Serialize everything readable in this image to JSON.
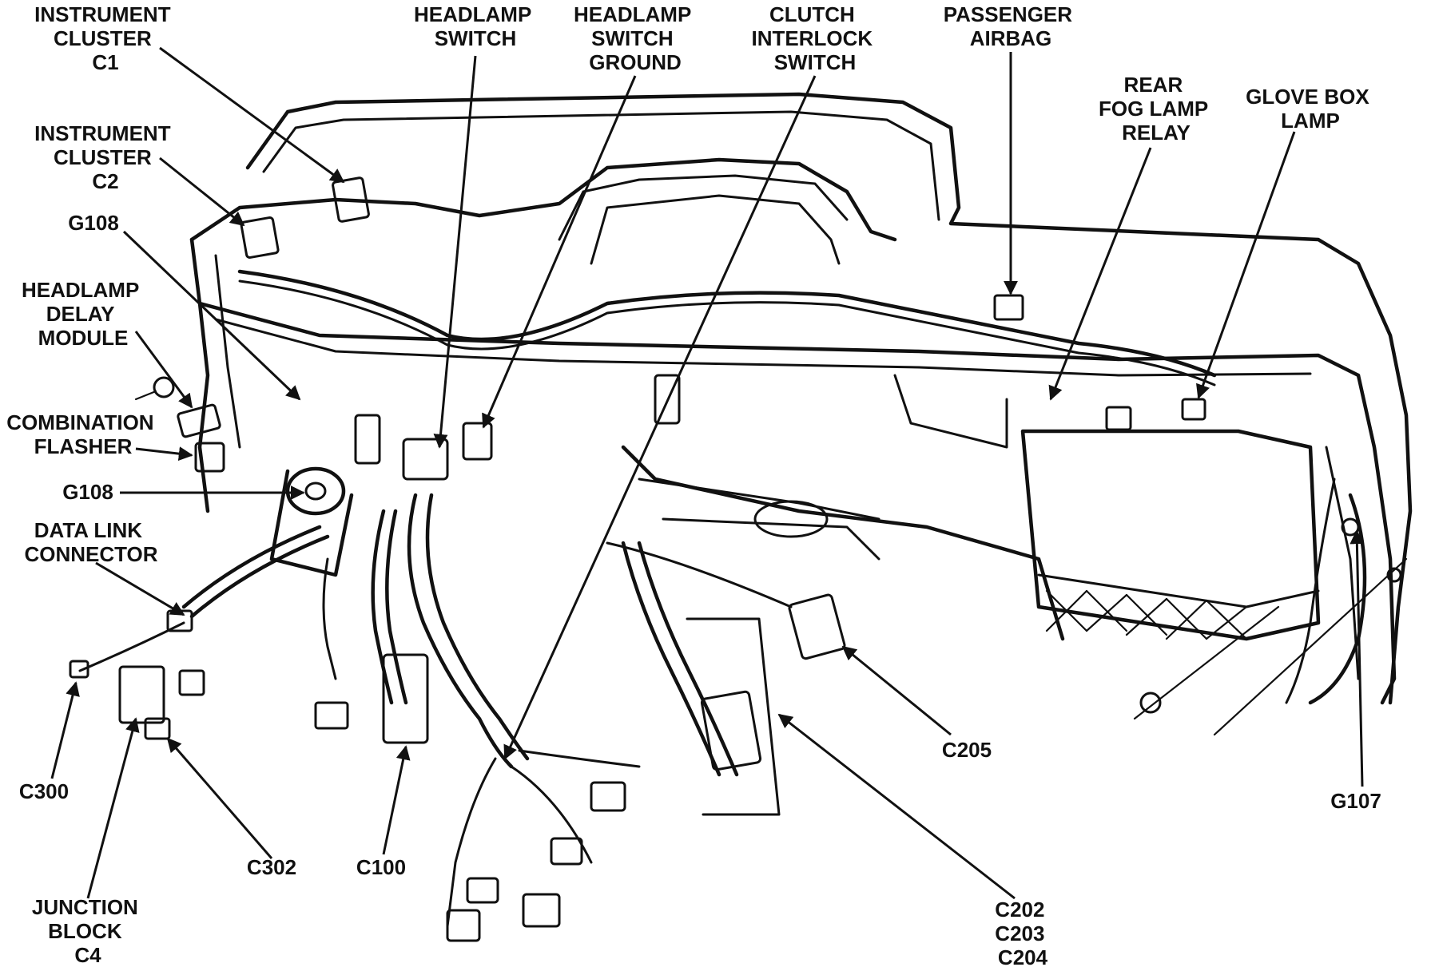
{
  "labels": {
    "instrument_cluster_c1": [
      "INSTRUMENT",
      "CLUSTER",
      "C1"
    ],
    "instrument_cluster_c2": [
      "INSTRUMENT",
      "CLUSTER",
      "C2"
    ],
    "g108_top": [
      "G108"
    ],
    "headlamp_delay_module": [
      "HEADLAMP",
      "DELAY",
      "MODULE"
    ],
    "combination_flasher": [
      "COMBINATION",
      "FLASHER"
    ],
    "g108_bottom": [
      "G108"
    ],
    "data_link_connector": [
      "DATA LINK",
      "CONNECTOR"
    ],
    "headlamp_switch": [
      "HEADLAMP",
      "SWITCH"
    ],
    "headlamp_switch_ground": [
      "HEADLAMP",
      "SWITCH",
      "GROUND"
    ],
    "clutch_interlock_switch": [
      "CLUTCH",
      "INTERLOCK",
      "SWITCH"
    ],
    "passenger_airbag": [
      "PASSENGER",
      "AIRBAG"
    ],
    "rear_fog_lamp_relay": [
      "REAR",
      "FOG LAMP",
      "RELAY"
    ],
    "glove_box_lamp": [
      "GLOVE BOX",
      "LAMP"
    ],
    "c300": [
      "C300"
    ],
    "junction_block_c4": [
      "JUNCTION",
      "BLOCK",
      "C4"
    ],
    "c302": [
      "C302"
    ],
    "c100": [
      "C100"
    ],
    "c205": [
      "C205"
    ],
    "c202_c203_c204": [
      "C202",
      "C203",
      "C204"
    ],
    "g107": [
      "G107"
    ]
  },
  "colors": {
    "ink": "#111111",
    "paper": "#ffffff"
  }
}
